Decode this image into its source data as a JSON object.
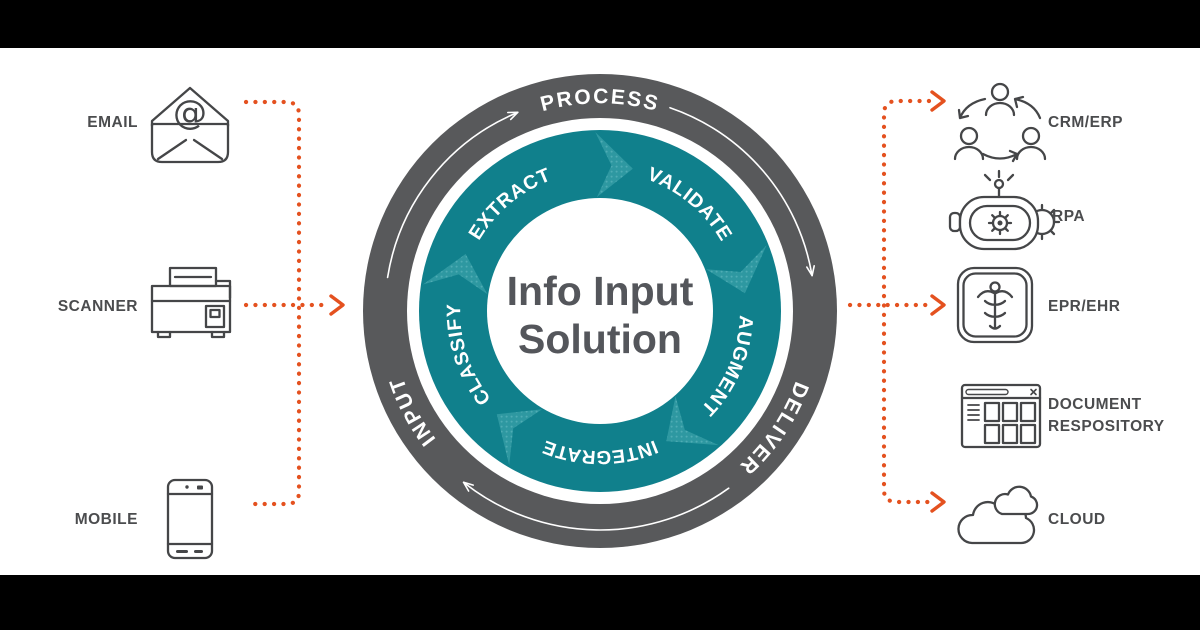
{
  "title": {
    "line1": "Info Input",
    "line2": "Solution"
  },
  "wheel": {
    "stages": {
      "process": "PROCESS",
      "deliver": "DELIVER",
      "input": "INPUT"
    },
    "steps": {
      "extract": "EXTRACT",
      "validate": "VALIDATE",
      "augment": "AUGMENT",
      "integrate": "INTEGRATE",
      "classify": "CLASSIFY"
    }
  },
  "inputs": [
    {
      "label": "EMAIL",
      "icon": "email-icon"
    },
    {
      "label": "SCANNER",
      "icon": "scanner-icon"
    },
    {
      "label": "MOBILE",
      "icon": "mobile-icon"
    }
  ],
  "outputs": [
    {
      "label": "CRM/ERP",
      "icon": "crm-erp-icon"
    },
    {
      "label": "RPA",
      "icon": "rpa-icon"
    },
    {
      "label": "EPR/EHR",
      "icon": "epr-ehr-icon"
    },
    {
      "label_line1": "DOCUMENT",
      "label_line2": "RESPOSITORY",
      "icon": "document-repository-icon"
    },
    {
      "label": "CLOUD",
      "icon": "cloud-icon"
    }
  ],
  "colors": {
    "teal": "#10808C",
    "teal_light": "#2E98A1",
    "ring_gray": "#58595B",
    "orange": "#E4511F",
    "label_gray": "#4B4C4E",
    "title_gray": "#54565B",
    "letterbox": "#000000",
    "canvas": "#FFFFFF"
  }
}
